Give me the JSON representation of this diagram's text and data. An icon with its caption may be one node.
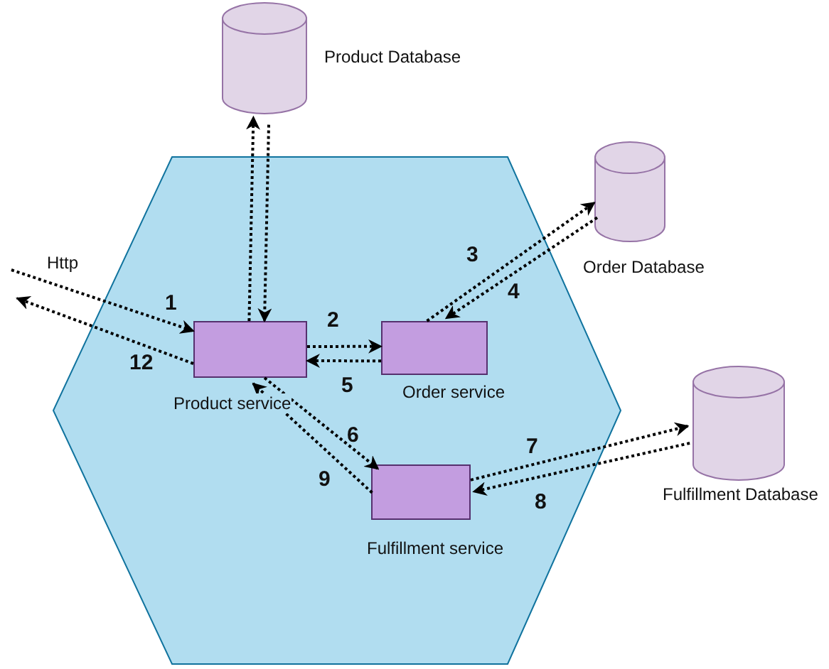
{
  "diagram": {
    "nodes": [
      {
        "text": [],
        "shape": "hexagon"
      },
      {
        "text": [
          "Product service"
        ],
        "in": 0
      },
      {
        "text": [
          "Order service"
        ],
        "in": 0
      },
      {
        "text": [
          "Fulfillment service"
        ],
        "in": 0
      },
      {
        "text": [
          "Product Database"
        ]
      },
      {
        "text": [
          "Order Database"
        ]
      },
      {
        "text": [
          "Fulfillment Database"
        ]
      }
    ],
    "edges": [
      {
        "from": null,
        "to": 1,
        "arrow": "to",
        "label": "1",
        "style": "dashed"
      },
      {
        "from": 1,
        "to": null,
        "arrow": "to",
        "label": "12",
        "style": "dashed"
      },
      {
        "from": 1,
        "to": 4,
        "arrow": "to",
        "style": "dashed"
      },
      {
        "from": 4,
        "to": 1,
        "arrow": "to",
        "style": "dashed"
      },
      {
        "from": 1,
        "to": 2,
        "arrow": "to",
        "label": "2",
        "style": "dashed"
      },
      {
        "from": 2,
        "to": 1,
        "arrow": "to",
        "label": "5",
        "style": "dashed"
      },
      {
        "from": 2,
        "to": 5,
        "arrow": "to",
        "label": "3",
        "style": "dashed"
      },
      {
        "from": 5,
        "to": 2,
        "arrow": "to",
        "label": "4",
        "style": "dashed"
      },
      {
        "from": 1,
        "to": 3,
        "arrow": "to",
        "label": "6",
        "style": "dashed"
      },
      {
        "from": 3,
        "to": 1,
        "arrow": "to",
        "label": "9",
        "style": "dashed"
      },
      {
        "from": 3,
        "to": 6,
        "arrow": "to",
        "label": "7",
        "style": "dashed"
      },
      {
        "from": 6,
        "to": 3,
        "arrow": "to",
        "label": "8",
        "style": "dashed"
      }
    ],
    "labels": [
      "Http"
    ]
  }
}
